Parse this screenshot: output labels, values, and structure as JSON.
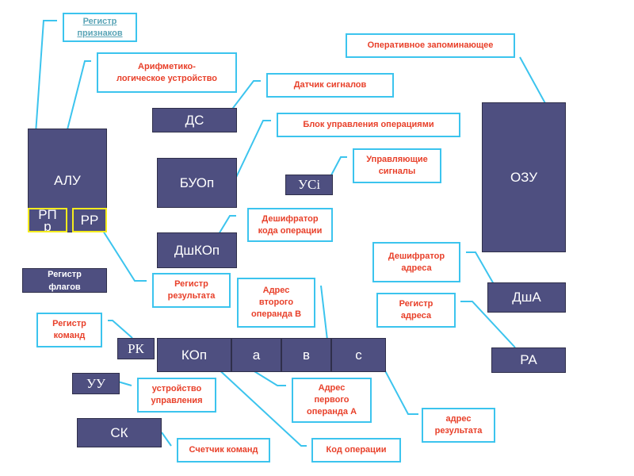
{
  "blocks": {
    "alu": "АЛУ",
    "rpr": "РП\nр",
    "rr": "РР",
    "ds": "ДС",
    "buop": "БУОп",
    "usi": "УСi",
    "dshkop": "ДшКОп",
    "ozu": "ОЗУ",
    "dsha": "ДшА",
    "ra": "РА",
    "flags": "Регистр\nфлагов",
    "rk": "РК",
    "kop": "КОп",
    "a": "а",
    "v": "в",
    "c": "с",
    "uu": "УУ",
    "sk": "СК"
  },
  "labels": {
    "reg_priznakov": "Регистр\nпризнаков",
    "alu": "Арифметико-\nлогическое устройство",
    "ds": "Датчик сигналов",
    "buop": "Блок управления операциями",
    "usi": "Управляющие\nсигналы",
    "ozu": "Оперативное запоминающее",
    "dshkop": "Дешифратор\nкода операции",
    "dsha": "Дешифратор\nадреса",
    "rr": "Регистр\nрезультата",
    "op_b": "Адрес\nвторого\nоперанда В",
    "ra": "Регистр\nадреса",
    "rk": "Регистр\nкоманд",
    "uu": "устройство\nуправления",
    "op_a": "Адрес\nпервого\nоперанда А",
    "res": "адрес\nрезультата",
    "sk": "Счетчик команд",
    "kop": "Код операции"
  },
  "colors": {
    "block": "#4e4f80",
    "leader": "#3cc4ee",
    "label_text": "#e8402a",
    "highlight": "#f4ec1e"
  }
}
